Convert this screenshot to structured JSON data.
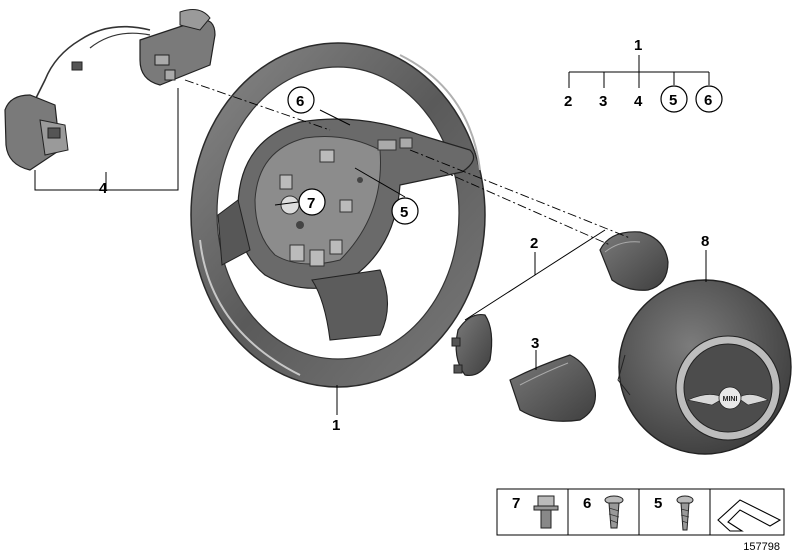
{
  "callouts": {
    "c1": "1",
    "c2": "2",
    "c3": "3",
    "c4": "4",
    "c5": "5",
    "c6": "6",
    "c7": "7",
    "c8": "8"
  },
  "tree": {
    "top": "1",
    "children": [
      "2",
      "3",
      "4",
      "5",
      "6"
    ]
  },
  "fastener_box": {
    "items": [
      "7",
      "6",
      "5"
    ]
  },
  "logo_text": "MINI",
  "diagram_number": "157798",
  "colors": {
    "part_dark": "#4a4a4a",
    "part_mid": "#6e6e6e",
    "part_light": "#9a9a9a",
    "line": "#000000"
  }
}
